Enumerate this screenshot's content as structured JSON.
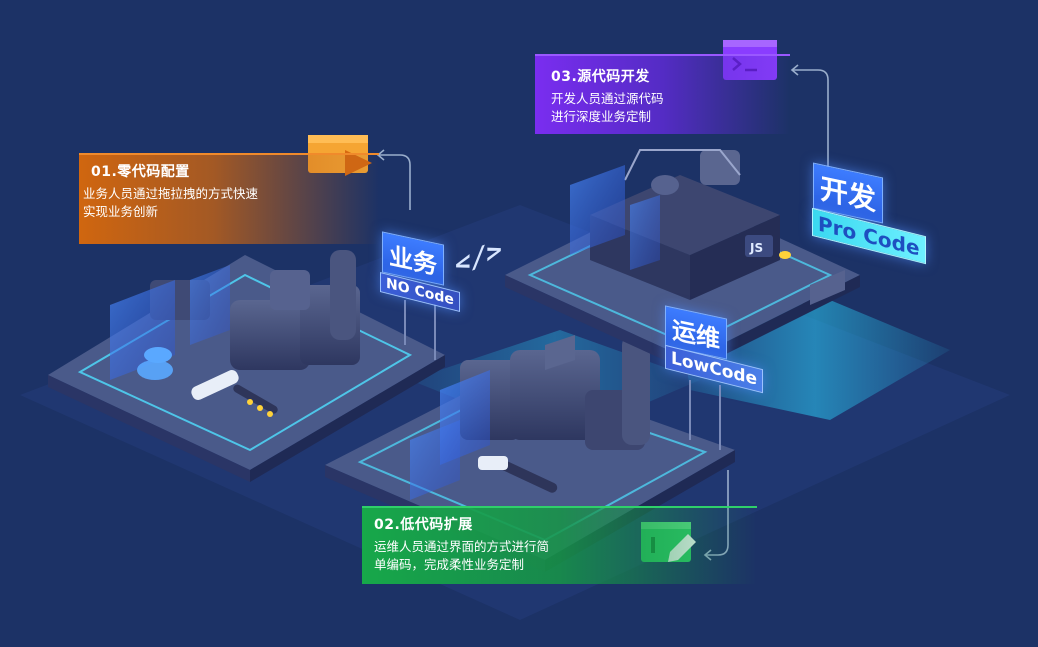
{
  "cards": {
    "zero_code": {
      "title": "01.零代码配置",
      "desc_line1": "业务人员通过拖拉拽的方式快速",
      "desc_line2": "实现业务创新"
    },
    "low_code": {
      "title": "02.低代码扩展",
      "desc_line1": "运维人员通过界面的方式进行简",
      "desc_line2": "单编码，完成柔性业务定制"
    },
    "source_code": {
      "title": "03.源代码开发",
      "desc_line1": "开发人员通过源代码",
      "desc_line2": "进行深度业务定制"
    }
  },
  "signs": {
    "business": "业务",
    "no_code": "NO Code",
    "ops": "运维",
    "low_code": "LowCode",
    "dev": "开发",
    "pro_code": "Pro Code"
  },
  "platform_glyphs": {
    "js": "JS",
    "code": "</>"
  },
  "colors": {
    "background": "#1c3266",
    "orange": "#d0660f",
    "purple": "#7a2df0",
    "green": "#17a84a",
    "sign_blue": "#3d7cff",
    "cyan": "#30e0f0"
  },
  "icons": [
    "video-play-icon",
    "terminal-icon",
    "edit-window-icon"
  ]
}
